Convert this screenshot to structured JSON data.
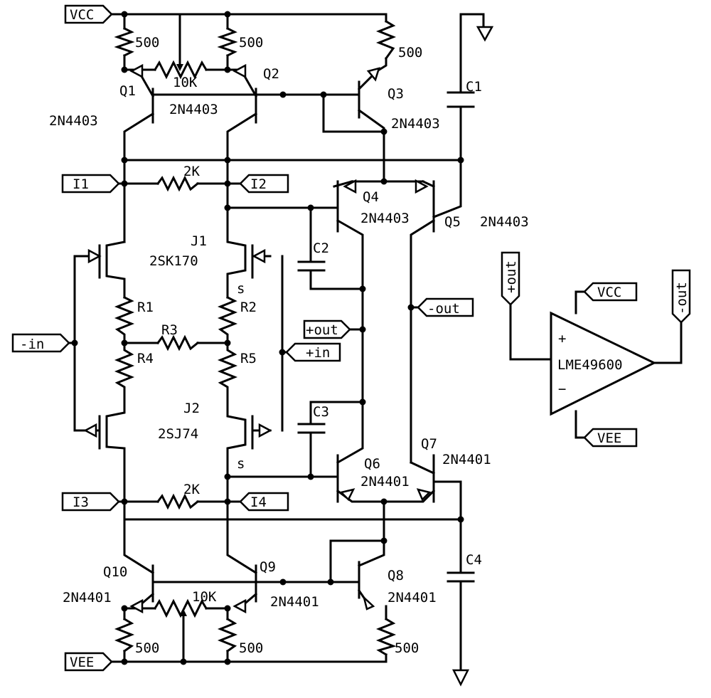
{
  "ports": {
    "vcc_top": "VCC",
    "vee_bottom": "VEE",
    "i1": "I1",
    "i2": "I2",
    "i3": "I3",
    "i4": "I4",
    "minus_in": "-in",
    "plus_in": "+in",
    "plus_out_mid": "+out",
    "minus_out_mid": "-out",
    "opamp_plus_out": "+out",
    "opamp_minus_out": "-out",
    "opamp_vcc": "VCC",
    "opamp_vee": "VEE"
  },
  "components": {
    "r_top_left": "500",
    "r_top_mid": "500",
    "r_top_right": "500",
    "pot_top": "10K",
    "q1": "Q1",
    "q1_part": "2N4403",
    "q2": "Q2",
    "q2_part": "2N4403",
    "q3": "Q3",
    "q3_part": "2N4403",
    "c1": "C1",
    "r_2k_top": "2K",
    "q4": "Q4",
    "q4_part": "2N4403",
    "q5": "Q5",
    "q5_part": "2N4403",
    "j1": "J1",
    "j1_part": "2SK170",
    "c2": "C2",
    "s_top": "s",
    "r1": "R1",
    "r2": "R2",
    "r3": "R3",
    "r4": "R4",
    "r5": "R5",
    "j2": "J2",
    "j2_part": "2SJ74",
    "c3": "C3",
    "s_bottom": "s",
    "q6": "Q6",
    "q6_part": "2N4401",
    "q7": "Q7",
    "q7_part": "2N4401",
    "r_2k_bottom": "2K",
    "c4": "C4",
    "q10": "Q10",
    "q10_part": "2N4401",
    "q9": "Q9",
    "q9_part": "2N4401",
    "q8": "Q8",
    "q8_part": "2N4401",
    "pot_bottom": "10K",
    "r_bot_left": "500",
    "r_bot_mid": "500",
    "r_bot_right": "500"
  },
  "opamp": {
    "part": "LME49600",
    "plus_sign": "+",
    "minus_sign": "−"
  }
}
